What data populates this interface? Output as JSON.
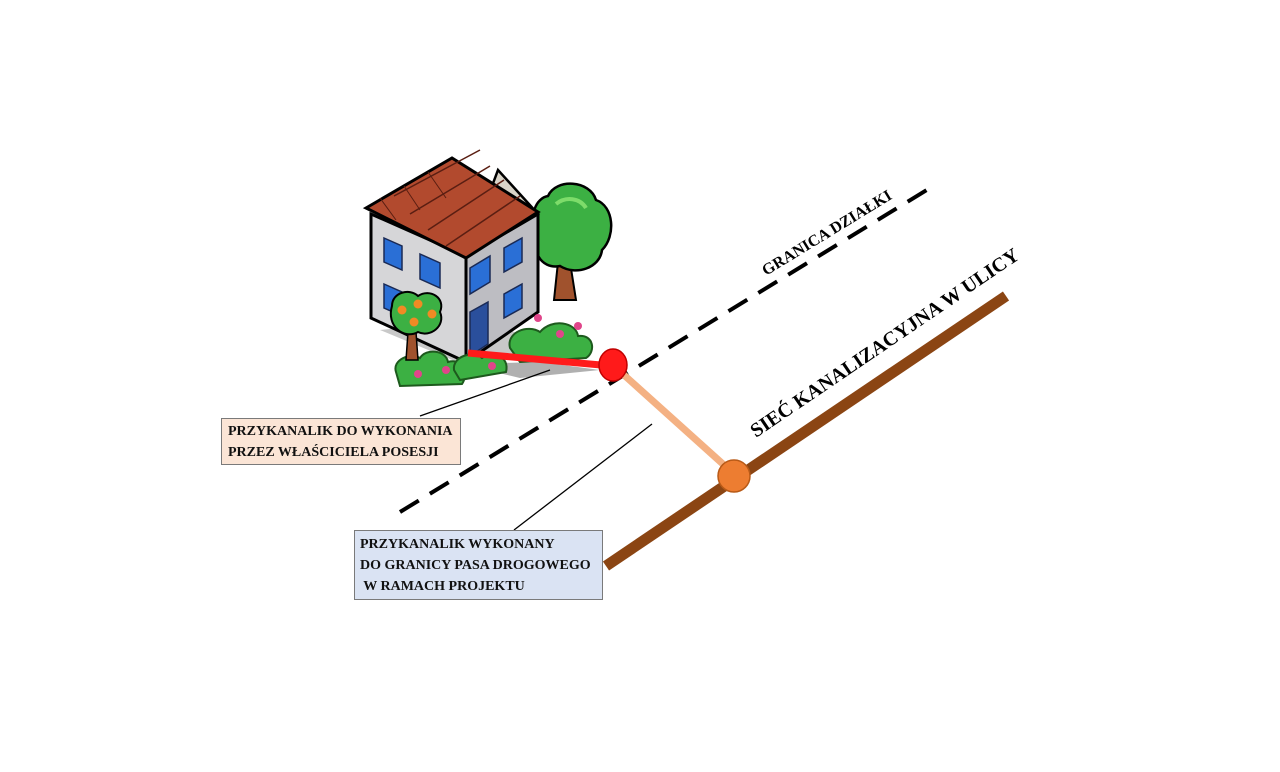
{
  "labels": {
    "plot_boundary": "GRANICA DZIAŁKI",
    "street_sewer": "SIEĆ KANALIZACYJNA W ULICY"
  },
  "callouts": {
    "owner_connection": {
      "lines": [
        "PRZYKANALIK DO WYKONANIA",
        "PRZEZ WŁAŚCICIELA POSESJI"
      ]
    },
    "project_connection": {
      "lines": [
        "PRZYKANALIK WYKONANY",
        "DO GRANICY PASA DROGOWEGO",
        " W RAMACH PROJEKTU"
      ]
    }
  },
  "colors": {
    "owner_pipe": "#ff1a1a",
    "project_pipe": "#f4b183",
    "street_sewer": "#8b4513",
    "boundary_line": "#000000",
    "owner_callout_bg": "#fbe5d6",
    "project_callout_bg": "#dae3f3"
  }
}
